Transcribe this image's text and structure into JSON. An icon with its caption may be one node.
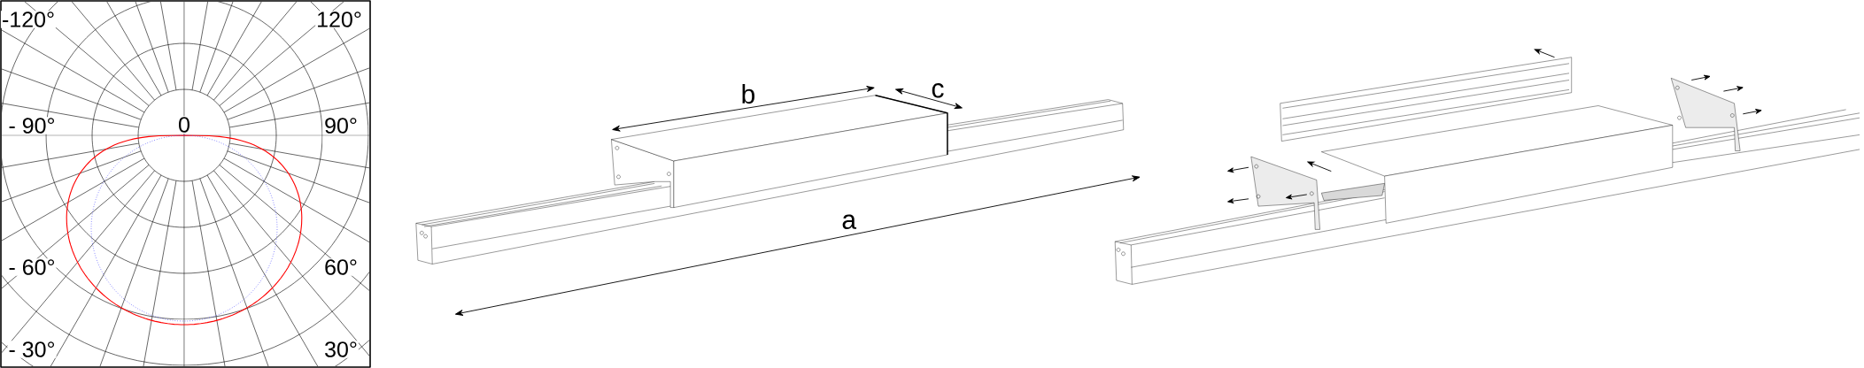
{
  "diagram": {
    "labels": [
      "-120°",
      "120°",
      "- 90°",
      "0",
      "90°",
      "- 60°",
      "60°",
      "- 30°",
      "30°",
      "b",
      "c",
      "a"
    ]
  }
}
